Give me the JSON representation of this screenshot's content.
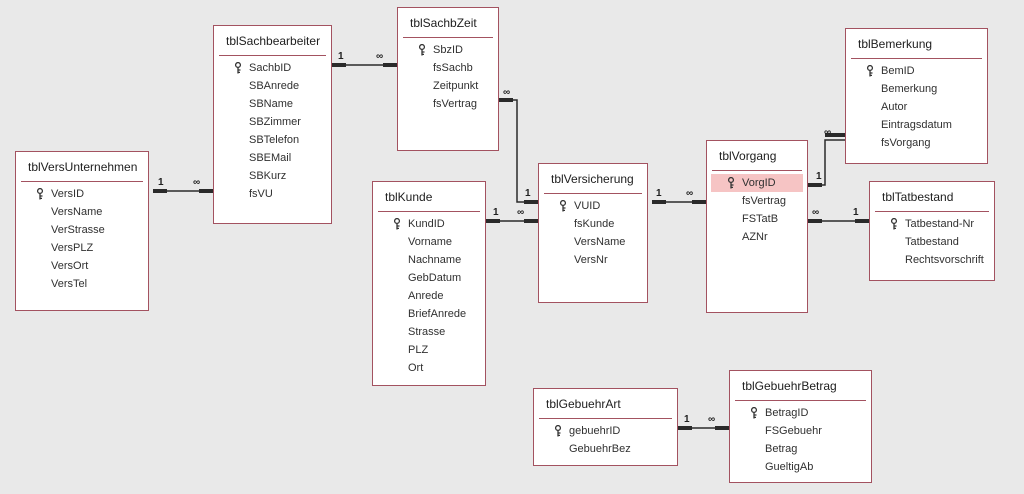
{
  "tables": {
    "tblVersUnternehmen": {
      "title": "tblVersUnternehmen",
      "fields": [
        "VersID",
        "VersName",
        "VerStrasse",
        "VersPLZ",
        "VersOrt",
        "VersTel"
      ]
    },
    "tblSachbearbeiter": {
      "title": "tblSachbearbeiter",
      "fields": [
        "SachbID",
        "SBAnrede",
        "SBName",
        "SBZimmer",
        "SBTelefon",
        "SBEMail",
        "SBKurz",
        "fsVU"
      ]
    },
    "tblSachbZeit": {
      "title": "tblSachbZeit",
      "fields": [
        "SbzID",
        "fsSachb",
        "Zeitpunkt",
        "fsVertrag"
      ]
    },
    "tblKunde": {
      "title": "tblKunde",
      "fields": [
        "KundID",
        "Vorname",
        "Nachname",
        "GebDatum",
        "Anrede",
        "BriefAnrede",
        "Strasse",
        "PLZ",
        "Ort"
      ]
    },
    "tblVersicherung": {
      "title": "tblVersicherung",
      "fields": [
        "VUID",
        "fsKunde",
        "VersName",
        "VersNr"
      ]
    },
    "tblVorgang": {
      "title": "tblVorgang",
      "fields": [
        "VorgID",
        "fsVertrag",
        "FSTatB",
        "AZNr"
      ],
      "selected_field": "VorgID"
    },
    "tblBemerkung": {
      "title": "tblBemerkung",
      "fields": [
        "BemID",
        "Bemerkung",
        "Autor",
        "Eintragsdatum",
        "fsVorgang"
      ]
    },
    "tblTatbestand": {
      "title": "tblTatbestand",
      "fields": [
        "Tatbestand-Nr",
        "Tatbestand",
        "Rechtsvorschrift"
      ]
    },
    "tblGebuehrArt": {
      "title": "tblGebuehrArt",
      "fields": [
        "gebuehrID",
        "GebuehrBez"
      ]
    },
    "tblGebuehrBetrag": {
      "title": "tblGebuehrBetrag",
      "fields": [
        "BetragID",
        "FSGebuehr",
        "Betrag",
        "GueltigAb"
      ]
    }
  },
  "cardinality": {
    "one": "1",
    "many": "∞"
  },
  "colors": {
    "border": "#a35260",
    "line": "#2a2a2a",
    "background": "#e9e9e9",
    "selection": "#f6c4c4"
  }
}
